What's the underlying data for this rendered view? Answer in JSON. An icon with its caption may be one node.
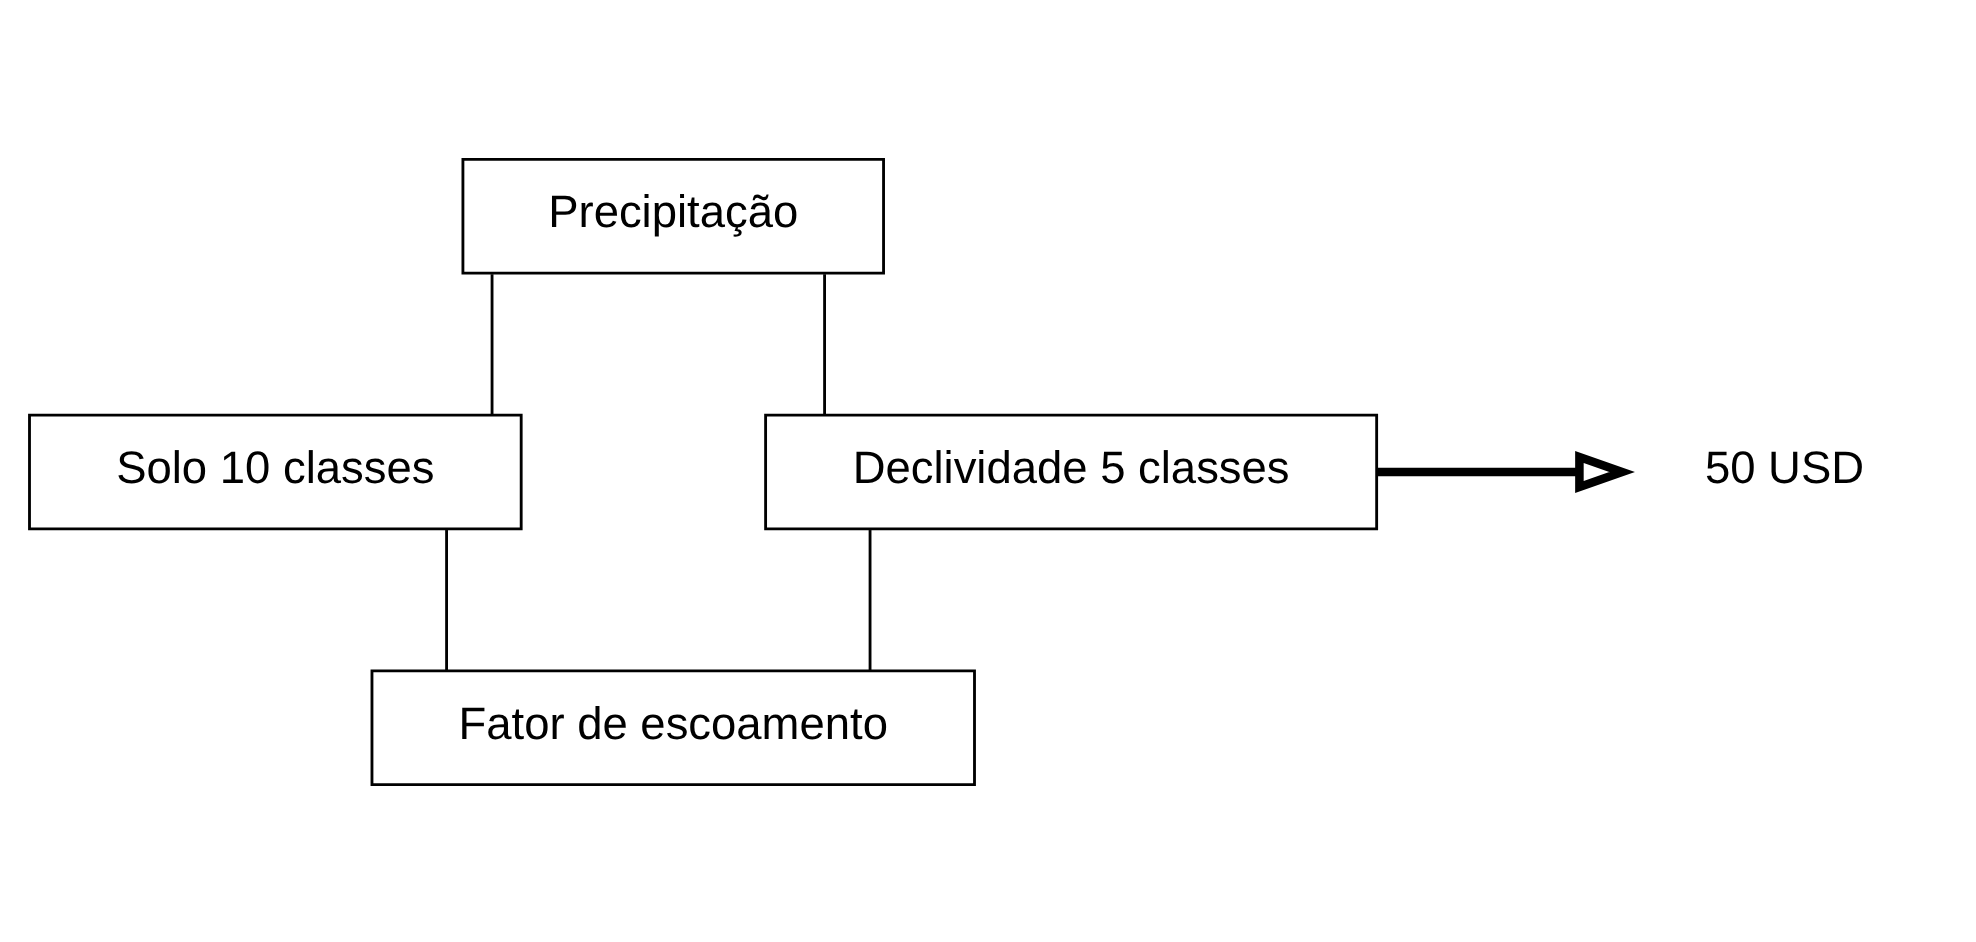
{
  "diagram": {
    "nodes": [
      {
        "text": [
          "Precipitação"
        ]
      },
      {
        "text": [
          "Solo 10 classes"
        ]
      },
      {
        "text": [
          "Declividade 5 classes"
        ]
      },
      {
        "text": [
          "50 USD"
        ]
      },
      {
        "text": [
          "Fator de escoamento"
        ]
      }
    ],
    "edges": [
      {
        "from": 0,
        "to": 1,
        "arrow": "none"
      },
      {
        "from": 0,
        "to": 2,
        "arrow": "none"
      },
      {
        "from": 1,
        "to": 4,
        "arrow": "none"
      },
      {
        "from": 2,
        "to": 4,
        "arrow": "none"
      },
      {
        "from": 2,
        "to": 3,
        "arrow": "to",
        "style": "thick"
      }
    ]
  }
}
